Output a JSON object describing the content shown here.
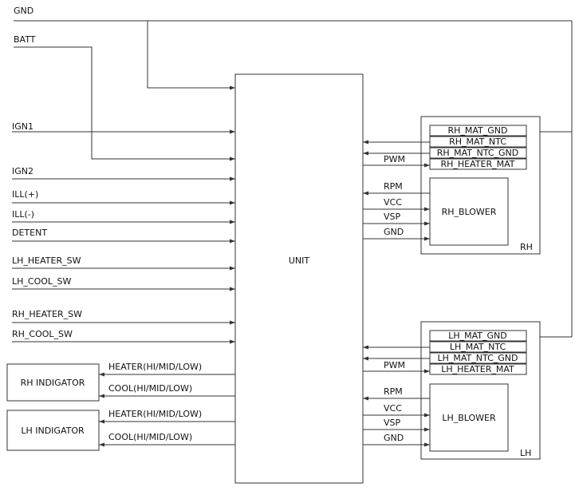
{
  "inputs": {
    "gnd": "GND",
    "batt": "BATT",
    "ign1": "IGN1",
    "ign2": "IGN2",
    "ill_pos": "ILL(+)",
    "ill_neg": "ILL(-)",
    "detent": "DETENT",
    "lh_heater_sw": "LH_HEATER_SW",
    "lh_cool_sw": "LH_COOL_SW",
    "rh_heater_sw": "RH_HEATER_SW",
    "rh_cool_sw": "RH_COOL_SW"
  },
  "unit": {
    "label": "UNIT"
  },
  "rh_module": {
    "corner_label": "RH",
    "mat_rows": [
      "RH_MAT_GND",
      "RH_MAT_NTC",
      "RH_MAT_NTC_GND",
      "RH_HEATER_MAT"
    ],
    "pwm": "PWM",
    "blower_signals": [
      "RPM",
      "VCC",
      "VSP",
      "GND"
    ],
    "blower": "RH_BLOWER"
  },
  "lh_module": {
    "corner_label": "LH",
    "mat_rows": [
      "LH_MAT_GND",
      "LH_MAT_NTC",
      "LH_MAT_NTC_GND",
      "LH_HEATER_MAT"
    ],
    "pwm": "PWM",
    "blower_signals": [
      "RPM",
      "VCC",
      "VSP",
      "GND"
    ],
    "blower": "LH_BLOWER"
  },
  "rh_indicator": {
    "label": "RH INDIGATOR",
    "heater": "HEATER(HI/MID/LOW)",
    "cool": "COOL(HI/MID/LOW)"
  },
  "lh_indicator": {
    "label": "LH INDIGATOR",
    "heater": "HEATER(HI/MID/LOW)",
    "cool": "COOL(HI/MID/LOW)"
  }
}
